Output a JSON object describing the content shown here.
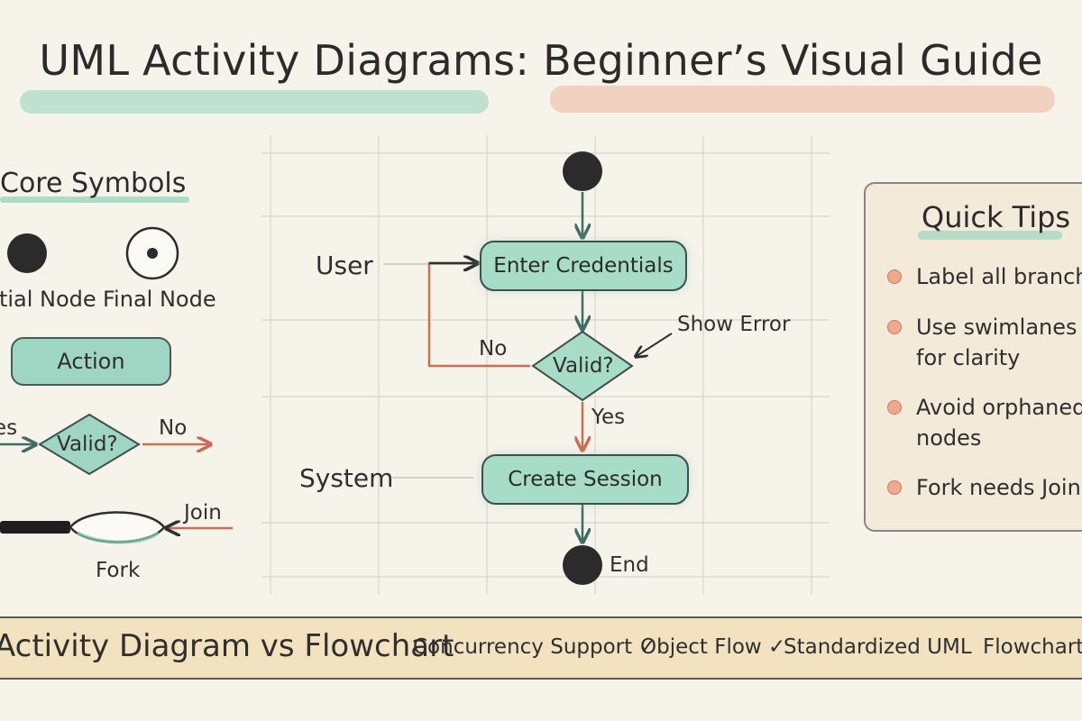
{
  "title": "UML Activity Diagrams: Beginner’s Visual Guide",
  "core_symbols": {
    "heading": "Core Symbols",
    "initial_node_label": "Initial Node",
    "final_node_label": "Final Node",
    "action_label": "Action",
    "decision_label": "Valid?",
    "decision_yes_label": "Yes",
    "decision_no_label": "No",
    "fork_label": "Fork",
    "join_label": "Join"
  },
  "diagram": {
    "lane_user": "User",
    "lane_system": "System",
    "enter_credentials": "Enter Credentials",
    "decision": "Valid?",
    "show_error": "Show Error",
    "no_label": "No",
    "yes_label": "Yes",
    "create_session": "Create Session",
    "end_label": "End"
  },
  "quick_tips": {
    "heading": "Quick Tips",
    "items": [
      {
        "line1": "Label all branches",
        "line2": ""
      },
      {
        "line1": "Use swimlanes",
        "line2": "for clarity"
      },
      {
        "line1": "Avoid orphaned",
        "line2": "nodes"
      },
      {
        "line1": "Fork needs Join",
        "line2": ""
      }
    ]
  },
  "comparison": {
    "heading": "Activity Diagram vs Flowchart",
    "items": [
      "Concurrency Support ✓",
      "Object Flow ✓",
      "Standardized UML",
      "Flowchart"
    ]
  },
  "colors": {
    "mint": "#a7dcc9",
    "salmon": "#eea98e",
    "ink": "#2f2f2f",
    "arrow_green": "#3f6d63",
    "arrow_red": "#c96e55"
  }
}
